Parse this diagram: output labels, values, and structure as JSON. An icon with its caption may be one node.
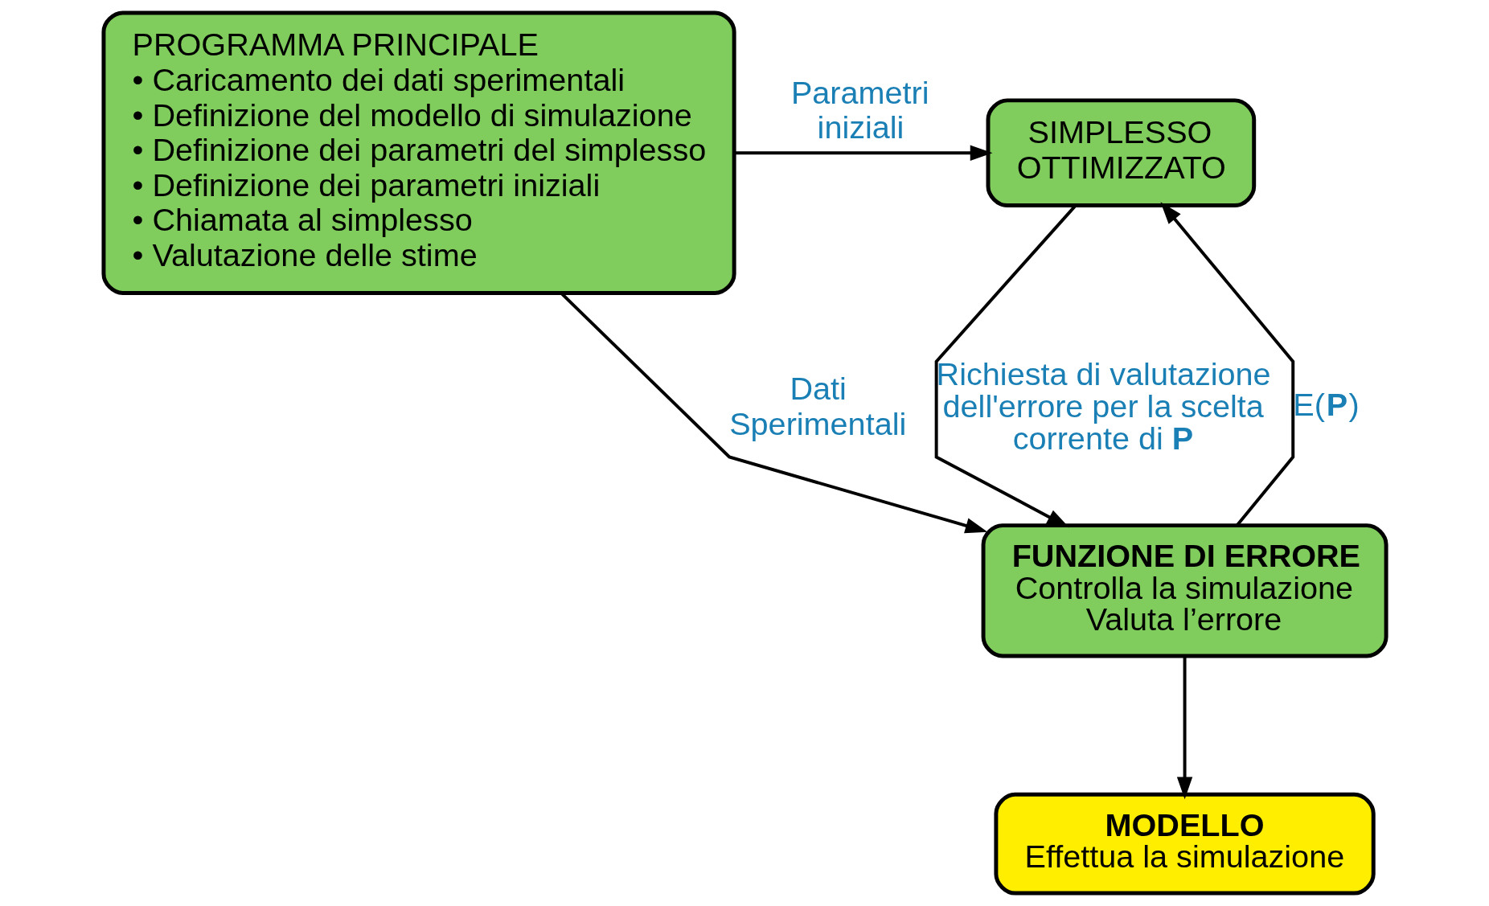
{
  "diagram": {
    "nodes": [
      {
        "text": [
          "PROGRAMMA PRINCIPALE",
          "• Caricamento dei dati sperimentali",
          "• Definizione del modello di simulazione",
          "• Definizione dei parametri del simplesso",
          "• Definizione dei parametri iniziali",
          "• Chiamata al simplesso",
          "• Valutazione delle stime"
        ]
      },
      {
        "text": [
          "SIMPLESSO OTTIMIZZATO"
        ]
      },
      {
        "text": [
          "FUNZIONE DI ERRORE",
          "Controlla la simulazione",
          "Valuta l’errore"
        ]
      },
      {
        "text": [
          "MODELLO",
          "Effettua la simulazione"
        ]
      }
    ],
    "edges": [
      {
        "from": 0,
        "to": 1,
        "arrow": "to",
        "label": "Parametri iniziali"
      },
      {
        "from": 1,
        "to": 2,
        "arrow": "to",
        "label": "Richiesta di valutazione dell'errore per la scelta corrente di **P**"
      },
      {
        "from": 0,
        "to": 2,
        "arrow": "to",
        "label": "Dati Sperimentali"
      },
      {
        "from": 2,
        "to": 1,
        "arrow": "to",
        "label": "E(**P**)"
      },
      {
        "from": 2,
        "to": 3,
        "arrow": "to"
      }
    ]
  }
}
